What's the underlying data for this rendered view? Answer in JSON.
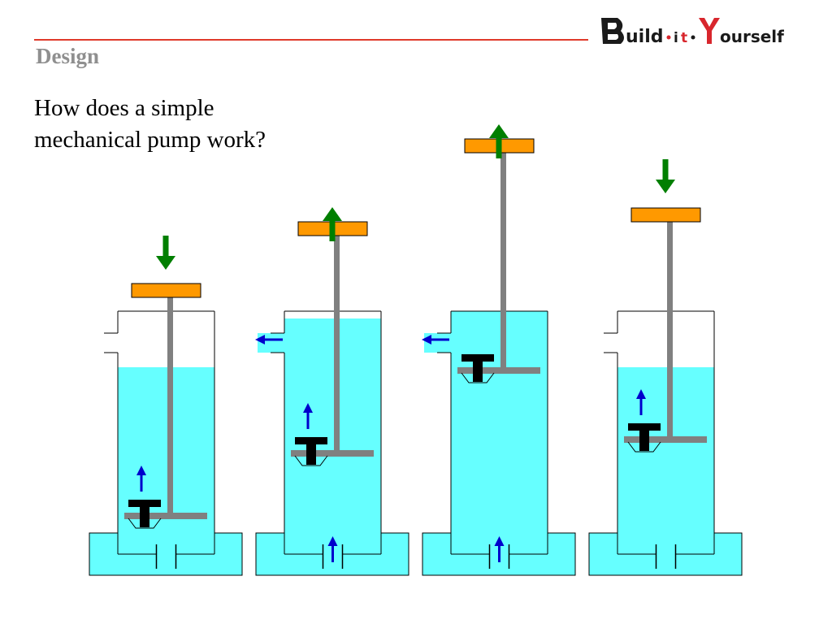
{
  "slide": {
    "section_title": "Design",
    "question_lines": [
      "How does a simple",
      "mechanical pump work?"
    ]
  },
  "logo": {
    "text": "Build·it·Yourself",
    "colors": {
      "dark": "#1a1a1a",
      "red": "#d8262d",
      "black": "#000000"
    }
  },
  "colors": {
    "header_rule": "#e03a2a",
    "water": "#66ffff",
    "handle": "#ff9900",
    "rod": "#808080",
    "piston": "#000000",
    "arrow_motion": "#007f00",
    "arrow_flow": "#0000cc",
    "outline": "#000000"
  },
  "icons": {
    "motion_up": "green-up-arrow-icon",
    "motion_down": "green-down-arrow-icon",
    "flow_up": "blue-up-arrow-icon",
    "flow_left": "blue-left-arrow-icon"
  },
  "pump_stages": [
    {
      "stage": 1,
      "handle_motion": "down",
      "water_level": "partial",
      "outlet_flow": false,
      "inlet_flow": false,
      "piston_flow": true
    },
    {
      "stage": 2,
      "handle_motion": "up",
      "water_level": "full",
      "outlet_flow": true,
      "inlet_flow": true,
      "piston_flow": true
    },
    {
      "stage": 3,
      "handle_motion": "up",
      "water_level": "full",
      "outlet_flow": true,
      "inlet_flow": true,
      "piston_flow": false
    },
    {
      "stage": 4,
      "handle_motion": "down",
      "water_level": "partial",
      "outlet_flow": false,
      "inlet_flow": false,
      "piston_flow": true
    }
  ]
}
